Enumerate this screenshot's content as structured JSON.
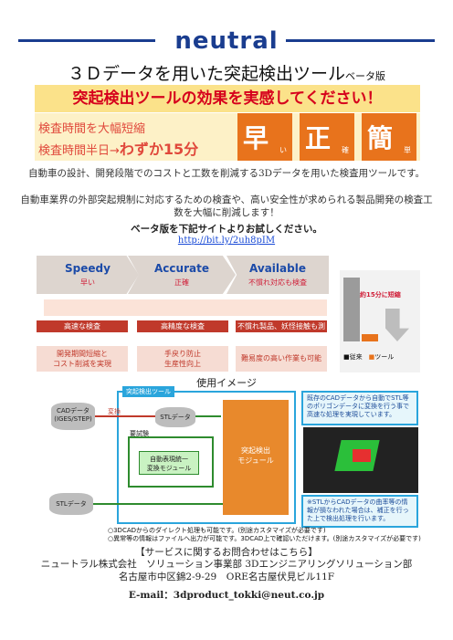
{
  "header": {
    "logo": "neutral",
    "title": "３Ｄデータを用いた突起検出ツール",
    "title_suffix": "ベータ版"
  },
  "banner": {
    "headline": "突起検出ツールの効果を実感してください！"
  },
  "points": {
    "line1": "検査時間を大幅短縮",
    "line2_prefix": "検査時間半日",
    "line2_arrow": "→",
    "line2_emph": "わずか15分",
    "tiles": [
      {
        "big": "早",
        "small": "い"
      },
      {
        "big": "正",
        "small": "確"
      },
      {
        "big": "簡",
        "small": "単"
      }
    ]
  },
  "intro": {
    "p1": "自動車の設計、開発段階でのコストと工数を削減する3Dデータを用いた検査用ツールです。",
    "p2": "自動車業界の外部突起規制に対応するための検査や、高い安全性が求められる製品開発の検査工数を大幅に削減します！",
    "beta": "ベータ版を下記サイトよりお試しください。",
    "link": "http://bit.ly/2uh8pIM"
  },
  "features": [
    {
      "title": "Speedy",
      "sub": "早い",
      "bar": "高速な検査",
      "result": "開発期間短縮と\nコスト削減を実現"
    },
    {
      "title": "Accurate",
      "sub": "正確",
      "bar": "高精度な検査",
      "result": "手戻り防止\n生産性向上"
    },
    {
      "title": "Available",
      "sub": "不慣れ対応も検査",
      "bar": "不慣れ製品、妖怪接触も測定",
      "result": "難易度の高い作業も可能"
    }
  ],
  "compare": {
    "label": "約15分に短縮",
    "legend": [
      "従来",
      "ツール"
    ]
  },
  "usage": {
    "title": "使用イメージ",
    "tool_label": "突起検出ツール",
    "cad": "CADデータ\n(IGES/STEP)",
    "convert": "変換",
    "stl": "STLデータ",
    "label_box": "要試験",
    "auto": "自動表現統一\n変換モジュール",
    "detect": "突起検出\nモジュール",
    "stl2": "STLデータ",
    "desc1": "既存のCADデータから自動でSTL等のポリゴンデータに変換を行う事で高速な処理を実現しています。",
    "desc2": "※STLからCADデータの曲率等の情報が損なわれた場合は、補正を行った上で検出処理を行います。",
    "note1": "○3DCADからのダイレクト処理も可能です。(別途カスタマイズが必要です)",
    "note2": "○異常等の情報はファイルへ出力が可能です。3DCAD上で確認いただけます。(別途カスタマイズが必要です)"
  },
  "footer": {
    "inquiry": "【サービスに関するお問合わせはこちら】",
    "company": "ニュートラル株式会社　ソリューション事業部 3Dエンジニアリングソリューション部",
    "address": "名古屋市中区錦2-9-29　ORE名古屋伏見ビル11F",
    "email": "E-mail：3dproduct_tokki@neut.co.jp"
  },
  "colors": {
    "brand": "#1a3d8f",
    "accent": "#e8731c",
    "red": "#d6001c"
  }
}
